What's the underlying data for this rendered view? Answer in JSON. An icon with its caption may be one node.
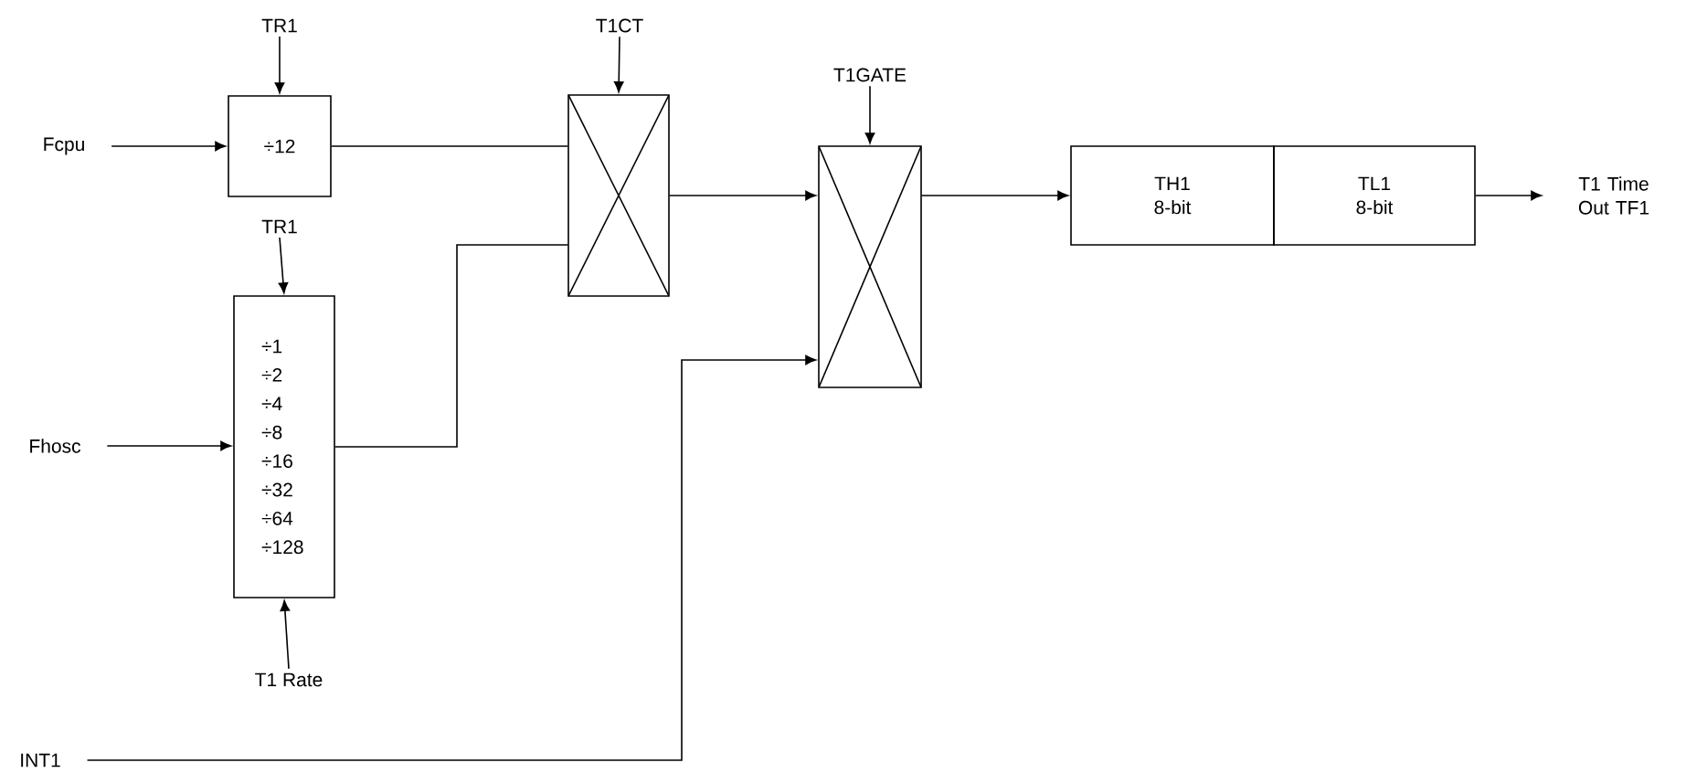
{
  "diagram": {
    "nodes": [
      {
        "text": [
          "Fcpu"
        ]
      },
      {
        "text": [
          "÷12"
        ]
      },
      {
        "text": [
          "TR1"
        ]
      },
      {
        "text": [
          "TR1"
        ]
      },
      {
        "text": [
          "÷1 ÷2 ÷4 ÷8 ÷16 ÷32 ÷64 ÷128"
        ]
      },
      {
        "text": [
          "T1 Rate"
        ]
      },
      {
        "text": [
          "Fhosc"
        ]
      },
      {
        "text": [
          "INT1"
        ]
      },
      {
        "text": [
          "T1CT"
        ]
      },
      {
        "text": [],
        "shape": "box"
      },
      {
        "text": [
          "T1GATE"
        ]
      },
      {
        "text": [],
        "shape": "box"
      },
      {
        "text": [
          "TH1 8-bit"
        ]
      },
      {
        "text": [
          "TL1 8-bit"
        ]
      },
      {
        "text": [
          "T1 Time Out TF1"
        ]
      }
    ],
    "edges": [
      {
        "from": 0,
        "to": 1,
        "arrow": "to"
      },
      {
        "from": 2,
        "to": 1,
        "arrow": "to"
      },
      {
        "from": 3,
        "to": 4,
        "arrow": "to"
      },
      {
        "from": 5,
        "to": 4,
        "arrow": "to"
      },
      {
        "from": 6,
        "to": 4,
        "arrow": "to"
      },
      {
        "from": 1,
        "to": 9,
        "arrow": "none"
      },
      {
        "from": 4,
        "to": 9,
        "arrow": "none"
      },
      {
        "from": 8,
        "to": 9,
        "arrow": "to"
      },
      {
        "from": 9,
        "to": 11,
        "arrow": "to"
      },
      {
        "from": 7,
        "to": 11,
        "arrow": "to"
      },
      {
        "from": 10,
        "to": 11,
        "arrow": "to"
      },
      {
        "from": 11,
        "to": 12,
        "arrow": "to"
      },
      {
        "from": 13,
        "to": 14,
        "arrow": "to"
      }
    ]
  }
}
